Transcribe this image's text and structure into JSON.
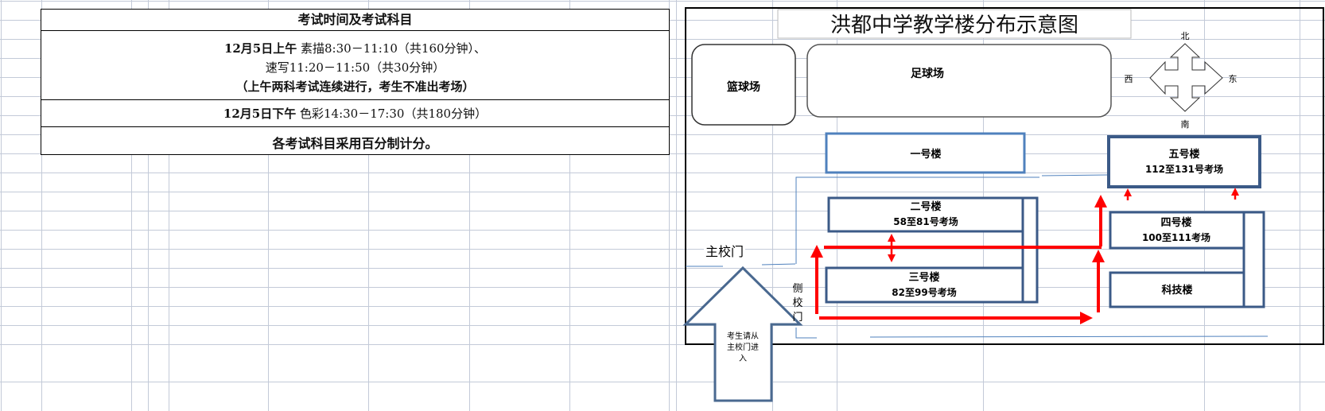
{
  "exam_table": {
    "header": "考试时间及考试科目",
    "morning": {
      "date_label": "12月5日上午",
      "line1": " 素描8:30－11:10（共160分钟）、",
      "line2": "速写11:20－11:50（共30分钟）",
      "note": "（上午两科考试连续进行，考生不准出考场）"
    },
    "afternoon": {
      "date_label": "12月5日下午",
      "line": "   色彩14:30－17:30（共180分钟）"
    },
    "scoring": "各考试科目采用百分制计分。"
  },
  "map": {
    "title": "洪都中学教学楼分布示意图",
    "basketball": "篮球场",
    "football": "足球场",
    "compass": {
      "north": "北",
      "south": "南",
      "east": "东",
      "west": "西"
    },
    "buildings": {
      "b1": {
        "name": "一号楼"
      },
      "b2": {
        "name": "二号楼",
        "rooms": "58至81号考场"
      },
      "b3": {
        "name": "三号楼",
        "rooms": "82至99号考场"
      },
      "b4": {
        "name": "四号楼",
        "rooms": "100至111考场"
      },
      "b5": {
        "name": "五号楼",
        "rooms": "112至131号考场"
      },
      "tech": {
        "name": "科技楼"
      }
    },
    "main_gate": "主校门",
    "side_gate": [
      "侧",
      "校",
      "门"
    ],
    "arrow_text": [
      "考生请从",
      "主校门进",
      "入"
    ]
  },
  "colors": {
    "route": "#ff0000",
    "building_border": "#3b5a87",
    "building1_border": "#4f81bd",
    "grid": "#c3cad8"
  }
}
